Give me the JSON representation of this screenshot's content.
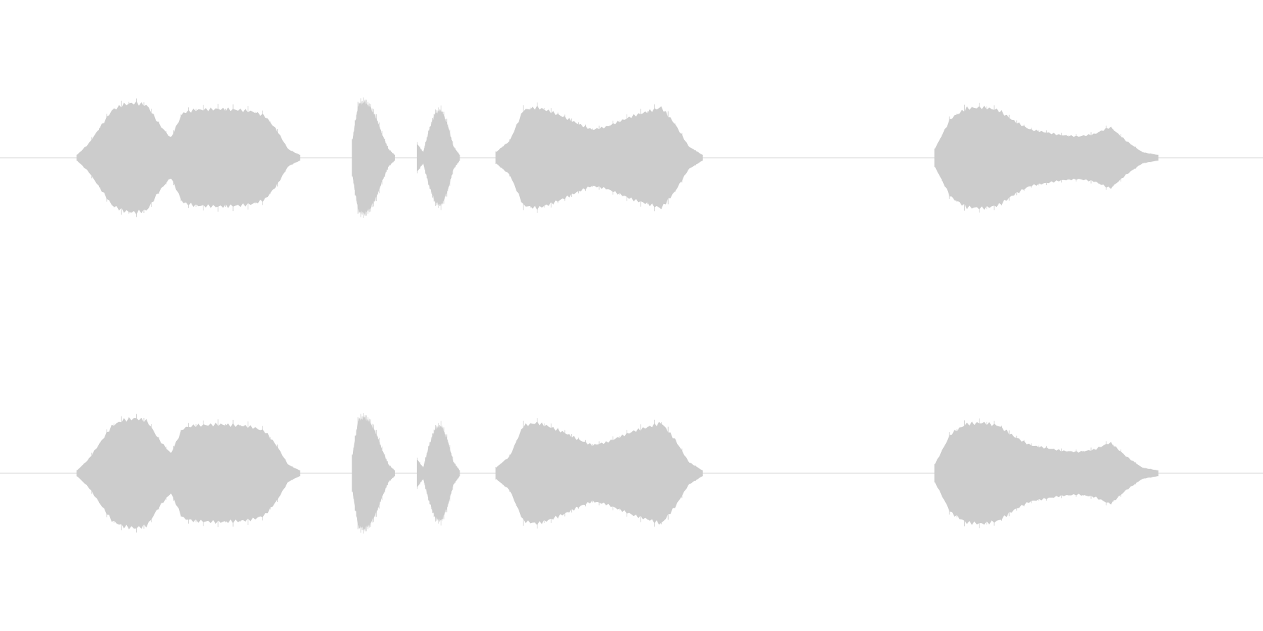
{
  "waveform": {
    "channels": [
      "left",
      "right"
    ],
    "wave_color": "#cccccc",
    "baseline_color": "#d4d4d4",
    "background": "#ffffff",
    "segments": [
      {
        "start": 0.0609,
        "end": 0.2375,
        "profile": [
          0.05,
          0.25,
          0.55,
          0.85,
          0.95,
          0.98,
          0.93,
          0.6,
          0.35,
          0.8,
          0.85,
          0.86,
          0.87,
          0.86,
          0.85,
          0.82,
          0.75,
          0.5,
          0.15,
          0.05
        ]
      },
      {
        "start": 0.2789,
        "end": 0.3125,
        "profile": [
          0.3,
          0.95,
          1.0,
          0.9,
          0.7,
          0.4,
          0.15,
          0.05
        ]
      },
      {
        "start": 0.3302,
        "end": 0.3639,
        "profile": [
          0.25,
          0.1,
          0.5,
          0.8,
          0.85,
          0.6,
          0.2,
          0.05
        ]
      },
      {
        "start": 0.3926,
        "end": 0.5563,
        "profile": [
          0.1,
          0.3,
          0.85,
          0.9,
          0.82,
          0.72,
          0.6,
          0.5,
          0.55,
          0.65,
          0.75,
          0.82,
          0.9,
          0.6,
          0.2,
          0.05
        ]
      },
      {
        "start": 0.74,
        "end": 0.917,
        "profile": [
          0.15,
          0.7,
          0.88,
          0.9,
          0.85,
          0.65,
          0.5,
          0.45,
          0.4,
          0.38,
          0.42,
          0.55,
          0.3,
          0.1,
          0.05
        ]
      }
    ]
  }
}
